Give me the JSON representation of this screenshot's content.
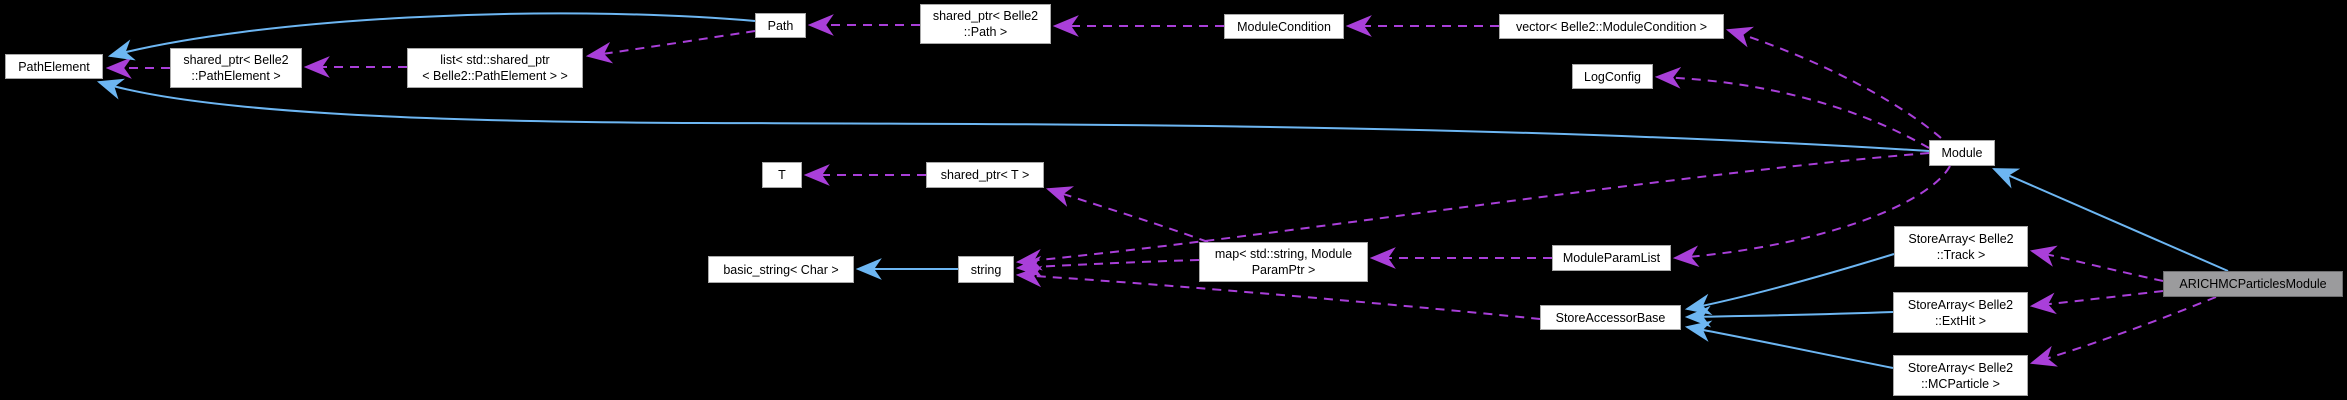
{
  "diagram": {
    "kind": "doxygen-collaboration-graph",
    "highlighted_node": "ARICHMCParticlesModule",
    "legend": {
      "solid_blue_edge": "public inheritance",
      "dashed_purple_edge": "usage / aggregation"
    }
  },
  "colors": {
    "inheritance_edge": "#6db6f2",
    "usage_edge": "#a93fd9",
    "node_fill": "#ffffff",
    "node_border": "#a9a9a9",
    "highlight_fill": "#9b9b9d",
    "highlight_border": "#6e6e70",
    "text": "#000000",
    "background": "#000000"
  },
  "nodes": [
    {
      "id": "PathElement",
      "label": "PathElement"
    },
    {
      "id": "shared_ptr_PathElement",
      "label": "shared_ptr< Belle2\n::PathElement >"
    },
    {
      "id": "list_shared_ptr_PathElement",
      "label": "list< std::shared_ptr\n< Belle2::PathElement > >"
    },
    {
      "id": "Path",
      "label": "Path"
    },
    {
      "id": "shared_ptr_Path",
      "label": "shared_ptr< Belle2\n::Path >"
    },
    {
      "id": "ModuleCondition",
      "label": "ModuleCondition"
    },
    {
      "id": "vector_ModuleCondition",
      "label": "vector< Belle2::ModuleCondition >"
    },
    {
      "id": "LogConfig",
      "label": "LogConfig"
    },
    {
      "id": "Module",
      "label": "Module"
    },
    {
      "id": "T",
      "label": "T"
    },
    {
      "id": "shared_ptr_T",
      "label": "shared_ptr< T >"
    },
    {
      "id": "basic_string_Char",
      "label": "basic_string< Char >"
    },
    {
      "id": "string",
      "label": "string"
    },
    {
      "id": "map_string_ModuleParamPtr",
      "label": "map< std::string, Module\nParamPtr >"
    },
    {
      "id": "ModuleParamList",
      "label": "ModuleParamList"
    },
    {
      "id": "StoreAccessorBase",
      "label": "StoreAccessorBase"
    },
    {
      "id": "StoreArray_Track",
      "label": "StoreArray< Belle2\n::Track >"
    },
    {
      "id": "StoreArray_ExtHit",
      "label": "StoreArray< Belle2\n::ExtHit >"
    },
    {
      "id": "StoreArray_MCParticle",
      "label": "StoreArray< Belle2\n::MCParticle >"
    },
    {
      "id": "ARICHMCParticlesModule",
      "label": "ARICHMCParticlesModule",
      "highlighted": true
    }
  ],
  "edges": [
    {
      "from": "shared_ptr_PathElement",
      "to": "PathElement",
      "type": "usage"
    },
    {
      "from": "list_shared_ptr_PathElement",
      "to": "shared_ptr_PathElement",
      "type": "usage"
    },
    {
      "from": "Path",
      "to": "list_shared_ptr_PathElement",
      "type": "usage"
    },
    {
      "from": "shared_ptr_Path",
      "to": "Path",
      "type": "usage"
    },
    {
      "from": "ModuleCondition",
      "to": "shared_ptr_Path",
      "type": "usage"
    },
    {
      "from": "vector_ModuleCondition",
      "to": "ModuleCondition",
      "type": "usage"
    },
    {
      "from": "Module",
      "to": "vector_ModuleCondition",
      "type": "usage"
    },
    {
      "from": "Module",
      "to": "LogConfig",
      "type": "usage"
    },
    {
      "from": "Module",
      "to": "ModuleParamList",
      "type": "usage"
    },
    {
      "from": "ModuleParamList",
      "to": "map_string_ModuleParamPtr",
      "type": "usage"
    },
    {
      "from": "map_string_ModuleParamPtr",
      "to": "string",
      "type": "usage"
    },
    {
      "from": "Module",
      "to": "string",
      "type": "usage"
    },
    {
      "from": "StoreAccessorBase",
      "to": "string",
      "type": "usage"
    },
    {
      "from": "shared_ptr_T",
      "to": "T",
      "type": "usage"
    },
    {
      "from": "map_string_ModuleParamPtr",
      "to": "shared_ptr_T",
      "type": "usage"
    },
    {
      "from": "ARICHMCParticlesModule",
      "to": "StoreArray_Track",
      "type": "usage"
    },
    {
      "from": "ARICHMCParticlesModule",
      "to": "StoreArray_ExtHit",
      "type": "usage"
    },
    {
      "from": "ARICHMCParticlesModule",
      "to": "StoreArray_MCParticle",
      "type": "usage"
    },
    {
      "from": "string",
      "to": "basic_string_Char",
      "type": "inheritance"
    },
    {
      "from": "Path",
      "to": "PathElement",
      "type": "inheritance"
    },
    {
      "from": "Module",
      "to": "PathElement",
      "type": "inheritance"
    },
    {
      "from": "ARICHMCParticlesModule",
      "to": "Module",
      "type": "inheritance"
    },
    {
      "from": "StoreArray_Track",
      "to": "StoreAccessorBase",
      "type": "inheritance"
    },
    {
      "from": "StoreArray_ExtHit",
      "to": "StoreAccessorBase",
      "type": "inheritance"
    },
    {
      "from": "StoreArray_MCParticle",
      "to": "StoreAccessorBase",
      "type": "inheritance"
    }
  ]
}
